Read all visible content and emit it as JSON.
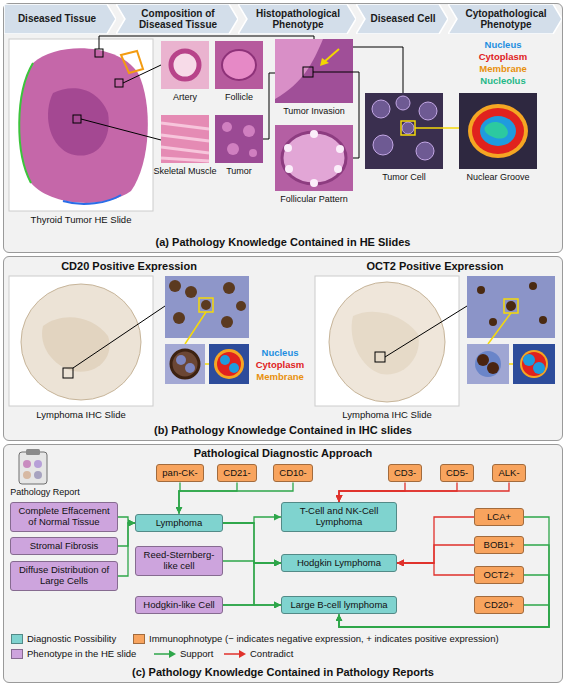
{
  "diagram": {
    "nodes": [
      {
        "text": [
          "(a) Pathology Knowledge Contained in HE Slides"
        ]
      },
      {
        "text": [
          "Diseased Tissue"
        ],
        "in": 0
      },
      {
        "text": [
          "Composition of Diseased Tissue"
        ],
        "in": 0
      },
      {
        "text": [
          "Histopathological Phenotype"
        ],
        "in": 0
      },
      {
        "text": [
          "Diseased Cell"
        ],
        "in": 0
      },
      {
        "text": [
          "Cytopathological Phenotype"
        ],
        "in": 0
      },
      {
        "text": [
          "(b) Pathology Knowledge Contained in IHC slides"
        ]
      },
      {
        "text": [
          "(c) Pathology Knowledge Contained in Pathology Reports"
        ]
      },
      {
        "text": [
          "pan-CK-"
        ],
        "in": 7
      },
      {
        "text": [
          "CD21-"
        ],
        "in": 7
      },
      {
        "text": [
          "CD10-"
        ],
        "in": 7
      },
      {
        "text": [
          "CD3-"
        ],
        "in": 7
      },
      {
        "text": [
          "CD5-"
        ],
        "in": 7
      },
      {
        "text": [
          "ALK-"
        ],
        "in": 7
      },
      {
        "text": [
          "Complete Effacement of Normal Tissue"
        ],
        "in": 7
      },
      {
        "text": [
          "Stromal Fibrosis"
        ],
        "in": 7
      },
      {
        "text": [
          "Diffuse Distribution of Large Cells"
        ],
        "in": 7
      },
      {
        "text": [
          "Lymphoma"
        ],
        "in": 7
      },
      {
        "text": [
          "Reed-Sternberg-like cell"
        ],
        "in": 7
      },
      {
        "text": [
          "Hodgkin-like Cell"
        ],
        "in": 7
      },
      {
        "text": [
          "T-Cell and NK-Cell Lymphoma"
        ],
        "in": 7
      },
      {
        "text": [
          "Hodgkin Lymphoma"
        ],
        "in": 7
      },
      {
        "text": [
          "Large B-cell lymphoma"
        ],
        "in": 7
      },
      {
        "text": [
          "LCA+"
        ],
        "in": 7
      },
      {
        "text": [
          "BOB1+"
        ],
        "in": 7
      },
      {
        "text": [
          "OCT2+"
        ],
        "in": 7
      },
      {
        "text": [
          "CD20+"
        ],
        "in": 7
      }
    ],
    "edges": [
      {
        "from": 8,
        "to": 17,
        "arrow": "to"
      },
      {
        "from": 9,
        "to": 17,
        "arrow": "to"
      },
      {
        "from": 10,
        "to": 17,
        "arrow": "to"
      },
      {
        "from": 11,
        "to": 20,
        "arrow": "to"
      },
      {
        "from": 12,
        "to": 20,
        "arrow": "to"
      },
      {
        "from": 13,
        "to": 20,
        "arrow": "to"
      },
      {
        "from": 14,
        "to": 17,
        "arrow": "to"
      },
      {
        "from": 15,
        "to": 17,
        "arrow": "to"
      },
      {
        "from": 16,
        "to": 17,
        "arrow": "to"
      },
      {
        "from": 17,
        "to": 20,
        "arrow": "to"
      },
      {
        "from": 17,
        "to": 21,
        "arrow": "to"
      },
      {
        "from": 17,
        "to": 22,
        "arrow": "to"
      },
      {
        "from": 18,
        "to": 21,
        "arrow": "to"
      },
      {
        "from": 19,
        "to": 21,
        "arrow": "to"
      },
      {
        "from": 19,
        "to": 22,
        "arrow": "to"
      },
      {
        "from": 23,
        "to": 21,
        "arrow": "to"
      },
      {
        "from": 24,
        "to": 21,
        "arrow": "to"
      },
      {
        "from": 25,
        "to": 21,
        "arrow": "to"
      },
      {
        "from": 23,
        "to": 22,
        "arrow": "to"
      },
      {
        "from": 24,
        "to": 22,
        "arrow": "to"
      },
      {
        "from": 25,
        "to": 22,
        "arrow": "to"
      },
      {
        "from": 26,
        "to": 22,
        "arrow": "to"
      }
    ],
    "labels": [
      "Thyroid Tumor HE Slide",
      "Artery",
      "Follicle",
      "Skeletal Muscle",
      "Tumor",
      "Tumor Invasion",
      "Follicular Pattern",
      "Tumor Cell",
      "Nuclear Groove",
      "Nucleus",
      "Cytoplasm",
      "Membrane",
      "Nucleolus",
      "CD20 Positive Expression",
      "OCT2 Positive Expression",
      "Lymphoma IHC Slide",
      "Lymphoma IHC Slide",
      "Nucleus",
      "Cytoplasm",
      "Membrane",
      "Pathological Diagnostic Approach",
      "Pathology Report"
    ],
    "legend": [
      {
        "text": "Diagnostic Possibility",
        "color": "#7fd3cf"
      },
      {
        "text": "Immunophnotype (− indicates negative expression, + indicates positive expression)",
        "color": "#f8a45e"
      },
      {
        "text": "Phenotype in the HE slide",
        "color": "#cda4dd"
      },
      {
        "text": "Support"
      },
      {
        "text": "Contradict"
      }
    ]
  }
}
